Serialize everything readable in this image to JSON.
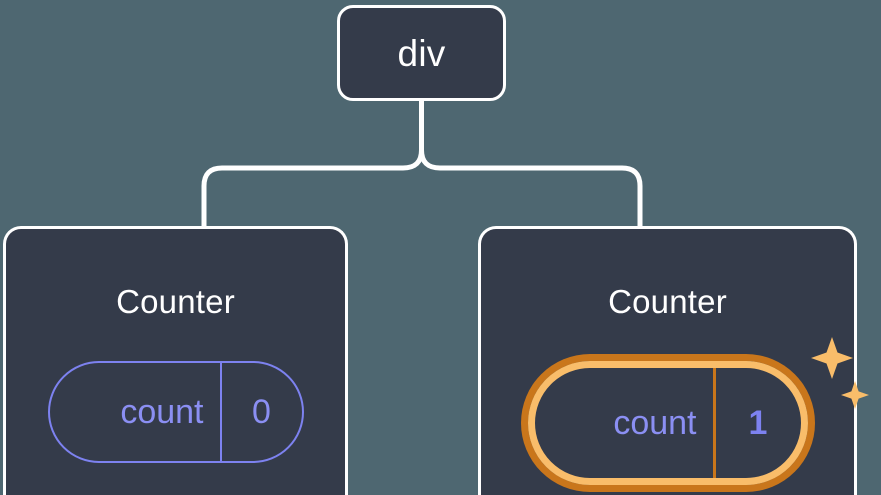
{
  "diagram": {
    "title": "React component tree with highlighted state",
    "background_color": "#4e6771",
    "node_fill": "#343b4a",
    "node_border": "#ffffff",
    "accent_purple": "#7d82f0",
    "highlight_light": "#f9bd6a",
    "highlight_dark": "#c9761b",
    "connector_color": "#ffffff"
  },
  "root": {
    "tag": "div"
  },
  "children": [
    {
      "title": "Counter",
      "state": {
        "key": "count",
        "value": "0",
        "highlighted": false
      }
    },
    {
      "title": "Counter",
      "state": {
        "key": "count",
        "value": "1",
        "highlighted": true
      },
      "sparkle_icons": [
        "sparkle-large",
        "sparkle-small"
      ]
    }
  ]
}
